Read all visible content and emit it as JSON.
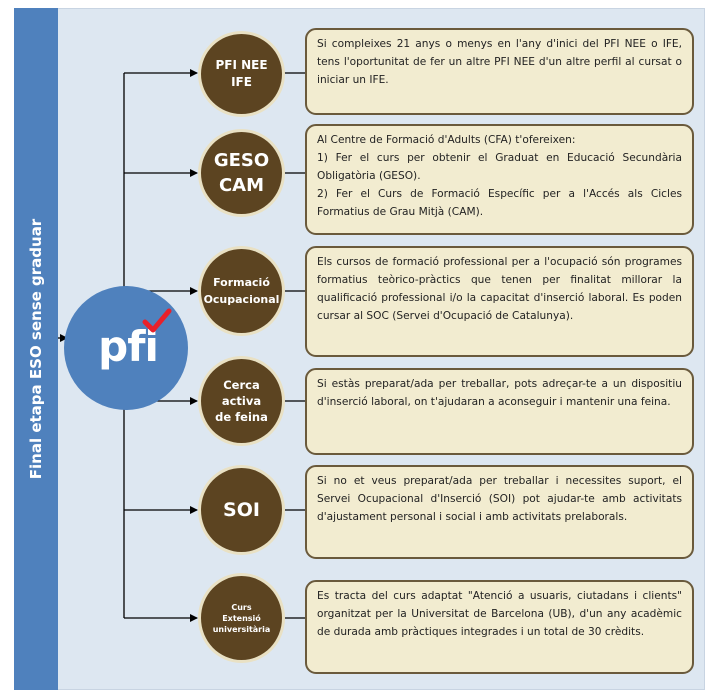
{
  "sidebar": {
    "title": "Final etapa ESO sense graduar"
  },
  "logo": {
    "text": "pfi",
    "check_icon": "checkmark-icon"
  },
  "colors": {
    "sidebar": "#4f81bd",
    "logo": "#4f81bd",
    "check": "#e8202a",
    "node_fill": "#5c4421",
    "node_ring": "#e9e1c4",
    "box_fill": "#f2ecd0",
    "box_border": "#6a5a3c",
    "background": "#dde7f1"
  },
  "nodes": [
    {
      "label": "PFI NEE\nIFE"
    },
    {
      "label": "GESO\nCAM"
    },
    {
      "label": "Formació\nOcupacional"
    },
    {
      "label": "Cerca\nactiva\nde feina"
    },
    {
      "label": "SOI"
    },
    {
      "label": "Curs\nExtensió\nuniversitària"
    }
  ],
  "boxes": [
    {
      "text": "Si compleixes 21 anys o menys en l'any d'inici del PFI NEE o IFE, tens l'oportunitat de fer un altre PFI NEE d'un altre perfil al cursat o iniciar un IFE."
    },
    {
      "text": "Al Centre de Formació d'Adults (CFA) t'ofereixen:\n 1) Fer el curs per obtenir el Graduat en Educació Secundària Obligatòria (GESO).\n2) Fer el Curs de Formació Específic per a l'Accés als Cicles Formatius de Grau Mitjà (CAM)."
    },
    {
      "text": "Els cursos de formació professional per a l'ocupació són programes formatius teòrico-pràctics que tenen per finalitat millorar la qualificació professional i/o la capacitat d'inserció laboral. Es poden cursar al SOC (Servei d'Ocupació de Catalunya)."
    },
    {
      "text": "Si estàs preparat/ada per treballar, pots adreçar-te a un dispositiu d'inserció laboral, on t'ajudaran a aconseguir i mantenir una feina."
    },
    {
      "text": "Si no et veus preparat/ada per treballar i necessites suport, el Servei Ocupacional d'Inserció (SOI) pot ajudar-te amb activitats d'ajustament personal i social i amb activitats prelaborals."
    },
    {
      "text": "Es tracta del curs adaptat \"Atenció a usuaris, ciutadans i clients\" organitzat per la Universitat de Barcelona (UB), d'un any acadèmic de durada amb pràctiques integrades i un total de 30 crèdits."
    }
  ]
}
